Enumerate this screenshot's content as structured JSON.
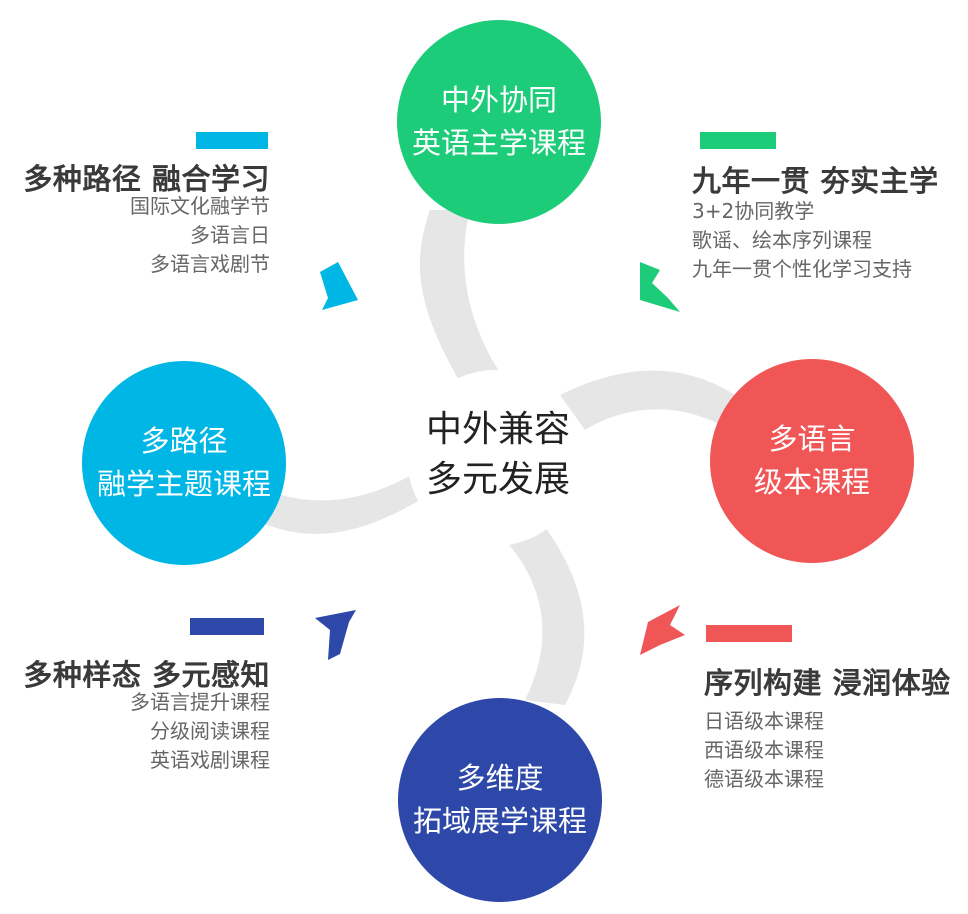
{
  "colors": {
    "green": "#1dcc79",
    "red": "#f05655",
    "cyan": "#00b6e4",
    "navy": "#2d48a8",
    "swirl": "#e6e6e6"
  },
  "center": {
    "line1": "中外兼容",
    "line2": "多元发展"
  },
  "circles": {
    "top": {
      "line1": "中外协同",
      "line2": "英语主学课程"
    },
    "right": {
      "line1": "多语言",
      "line2": "级本课程"
    },
    "bottom": {
      "line1": "多维度",
      "line2": "拓域展学课程"
    },
    "left": {
      "line1": "多路径",
      "line2": "融学主题课程"
    }
  },
  "blocks": {
    "top_left": {
      "title": "多种路径 融合学习",
      "items": [
        "国际文化融学节",
        "多语言日",
        "多语言戏剧节"
      ]
    },
    "top_right": {
      "title": "九年一贯 夯实主学",
      "items": [
        "3+2协同教学",
        "歌谣、绘本序列课程",
        "九年一贯个性化学习支持"
      ]
    },
    "bottom_left": {
      "title": "多种样态 多元感知",
      "items": [
        "多语言提升课程",
        "分级阅读课程",
        "英语戏剧课程"
      ]
    },
    "bottom_right": {
      "title": "序列构建 浸润体验",
      "items": [
        "日语级本课程",
        "西语级本课程",
        "德语级本课程"
      ]
    }
  },
  "icons": {
    "top_left_arrow": "arrow-icon",
    "top_right_arrow": "arrow-icon",
    "bottom_left_arrow": "arrow-icon",
    "bottom_right_arrow": "arrow-icon"
  }
}
